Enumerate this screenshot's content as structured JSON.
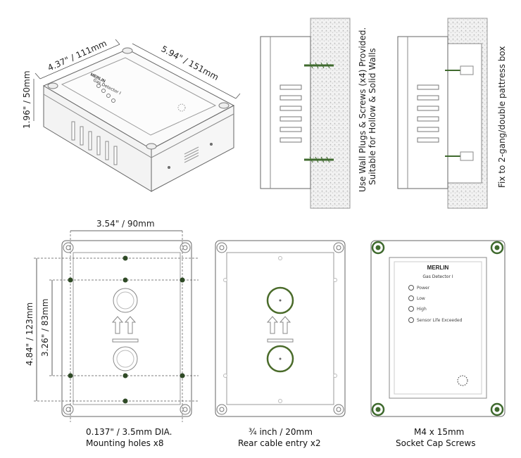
{
  "iso_view": {
    "width_dim": "4.37\" / 111mm",
    "length_dim": "5.94\" / 151mm",
    "height_dim": "1.96\" / 50mm",
    "brand": "MERLIN",
    "model": "Gas Detector I"
  },
  "side_views": {
    "hollow_wall_note_line1": "Use Wall Plugs & Screws (x4) Provided.",
    "hollow_wall_note_line2": "Suitable for Hollow & Solid Walls",
    "pattress_note": "Fix to 2-gang/double pattress box"
  },
  "rear_view": {
    "width_dim": "3.54\" / 90mm",
    "outer_height_dim": "4.84\" / 123mm",
    "inner_height_dim": "3.26\" / 83mm",
    "caption_line1": "0.137\" / 3.5mm DIA.",
    "caption_line2": "Mounting holes x8"
  },
  "cable_view": {
    "caption_line1": "¾ inch / 20mm",
    "caption_line2": "Rear cable entry x2"
  },
  "front_view": {
    "brand": "MERLIN",
    "model": "Gas Detector I",
    "indicators": [
      "Power",
      "Low",
      "High",
      "Sensor Life Exceeded"
    ],
    "caption_line1": "M4 x 15mm",
    "caption_line2": "Socket Cap Screws"
  },
  "colors": {
    "outline": "#555555",
    "light_outline": "#9a9a9a",
    "hole_green": "#2f4a26",
    "entry_green": "#4a6b2a",
    "screw_green": "#3f6a2e",
    "wall_texture": "#bdbdbd"
  }
}
